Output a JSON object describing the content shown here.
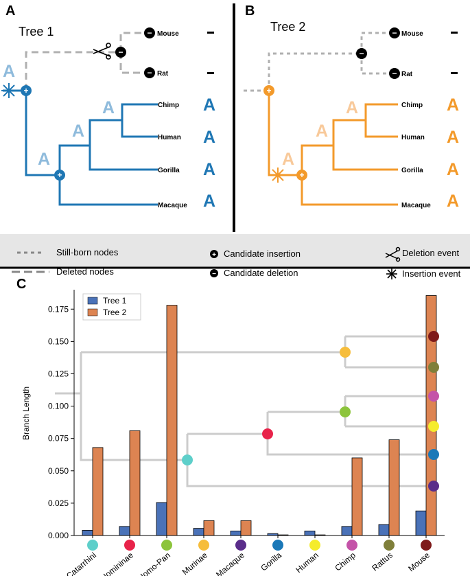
{
  "panels": {
    "a_letter": "A",
    "b_letter": "B",
    "c_letter": "C"
  },
  "tree1": {
    "title": "Tree 1",
    "color": "#1f77b4",
    "light_color": "#8fbbdc",
    "leaves": [
      "Mouse",
      "Rat",
      "Chimp",
      "Human",
      "Gorilla",
      "Macaque"
    ],
    "leaf_states": [
      "-",
      "-",
      "A",
      "A",
      "A",
      "A"
    ],
    "ancestral_state": "A",
    "deletion_marker": "−",
    "insertion_marker": "+"
  },
  "tree2": {
    "title": "Tree 2",
    "color": "#f39a2b",
    "light_color": "#f8c99a",
    "leaves": [
      "Mouse",
      "Rat",
      "Chimp",
      "Human",
      "Gorilla",
      "Macaque"
    ],
    "leaf_states": [
      "-",
      "-",
      "A",
      "A",
      "A",
      "A"
    ],
    "ancestral_state": "A"
  },
  "legend": {
    "stillborn": "Still-born nodes",
    "deleted": "Deleted nodes",
    "candidate_insertion": "Candidate insertion",
    "candidate_deletion": "Candidate deletion",
    "deletion_event": "Deletion event",
    "insertion_event": "Insertion event",
    "background": "#e6e6e6"
  },
  "chart_data": {
    "type": "bar",
    "categories": [
      "Catarrhini",
      "Homininae",
      "Homo-Pan",
      "Murinae",
      "Macaque",
      "Gorilla",
      "Human",
      "Chimp",
      "Rattus",
      "Mouse"
    ],
    "series": [
      {
        "name": "Tree 1",
        "color": "#4a72b8",
        "values": [
          0.004,
          0.007,
          0.0255,
          0.0055,
          0.0035,
          0.0015,
          0.0035,
          0.007,
          0.0085,
          0.019
        ]
      },
      {
        "name": "Tree 2",
        "color": "#dd8452",
        "values": [
          0.068,
          0.081,
          0.178,
          0.0115,
          0.0115,
          0.0005,
          0.0005,
          0.06,
          0.074,
          0.1855
        ]
      }
    ],
    "ylabel": "Branch Length",
    "ylim": [
      0,
      0.19
    ],
    "yticks": [
      "0.000",
      "0.025",
      "0.050",
      "0.075",
      "0.100",
      "0.125",
      "0.150",
      "0.175"
    ],
    "category_colors": [
      "#5ecfca",
      "#e8234a",
      "#8cc43c",
      "#f6bd3c",
      "#5a2d8a",
      "#1a78b8",
      "#f5ec2c",
      "#c453a8",
      "#7f7f3a",
      "#7e1a1a"
    ],
    "legend_position": "top-left"
  }
}
